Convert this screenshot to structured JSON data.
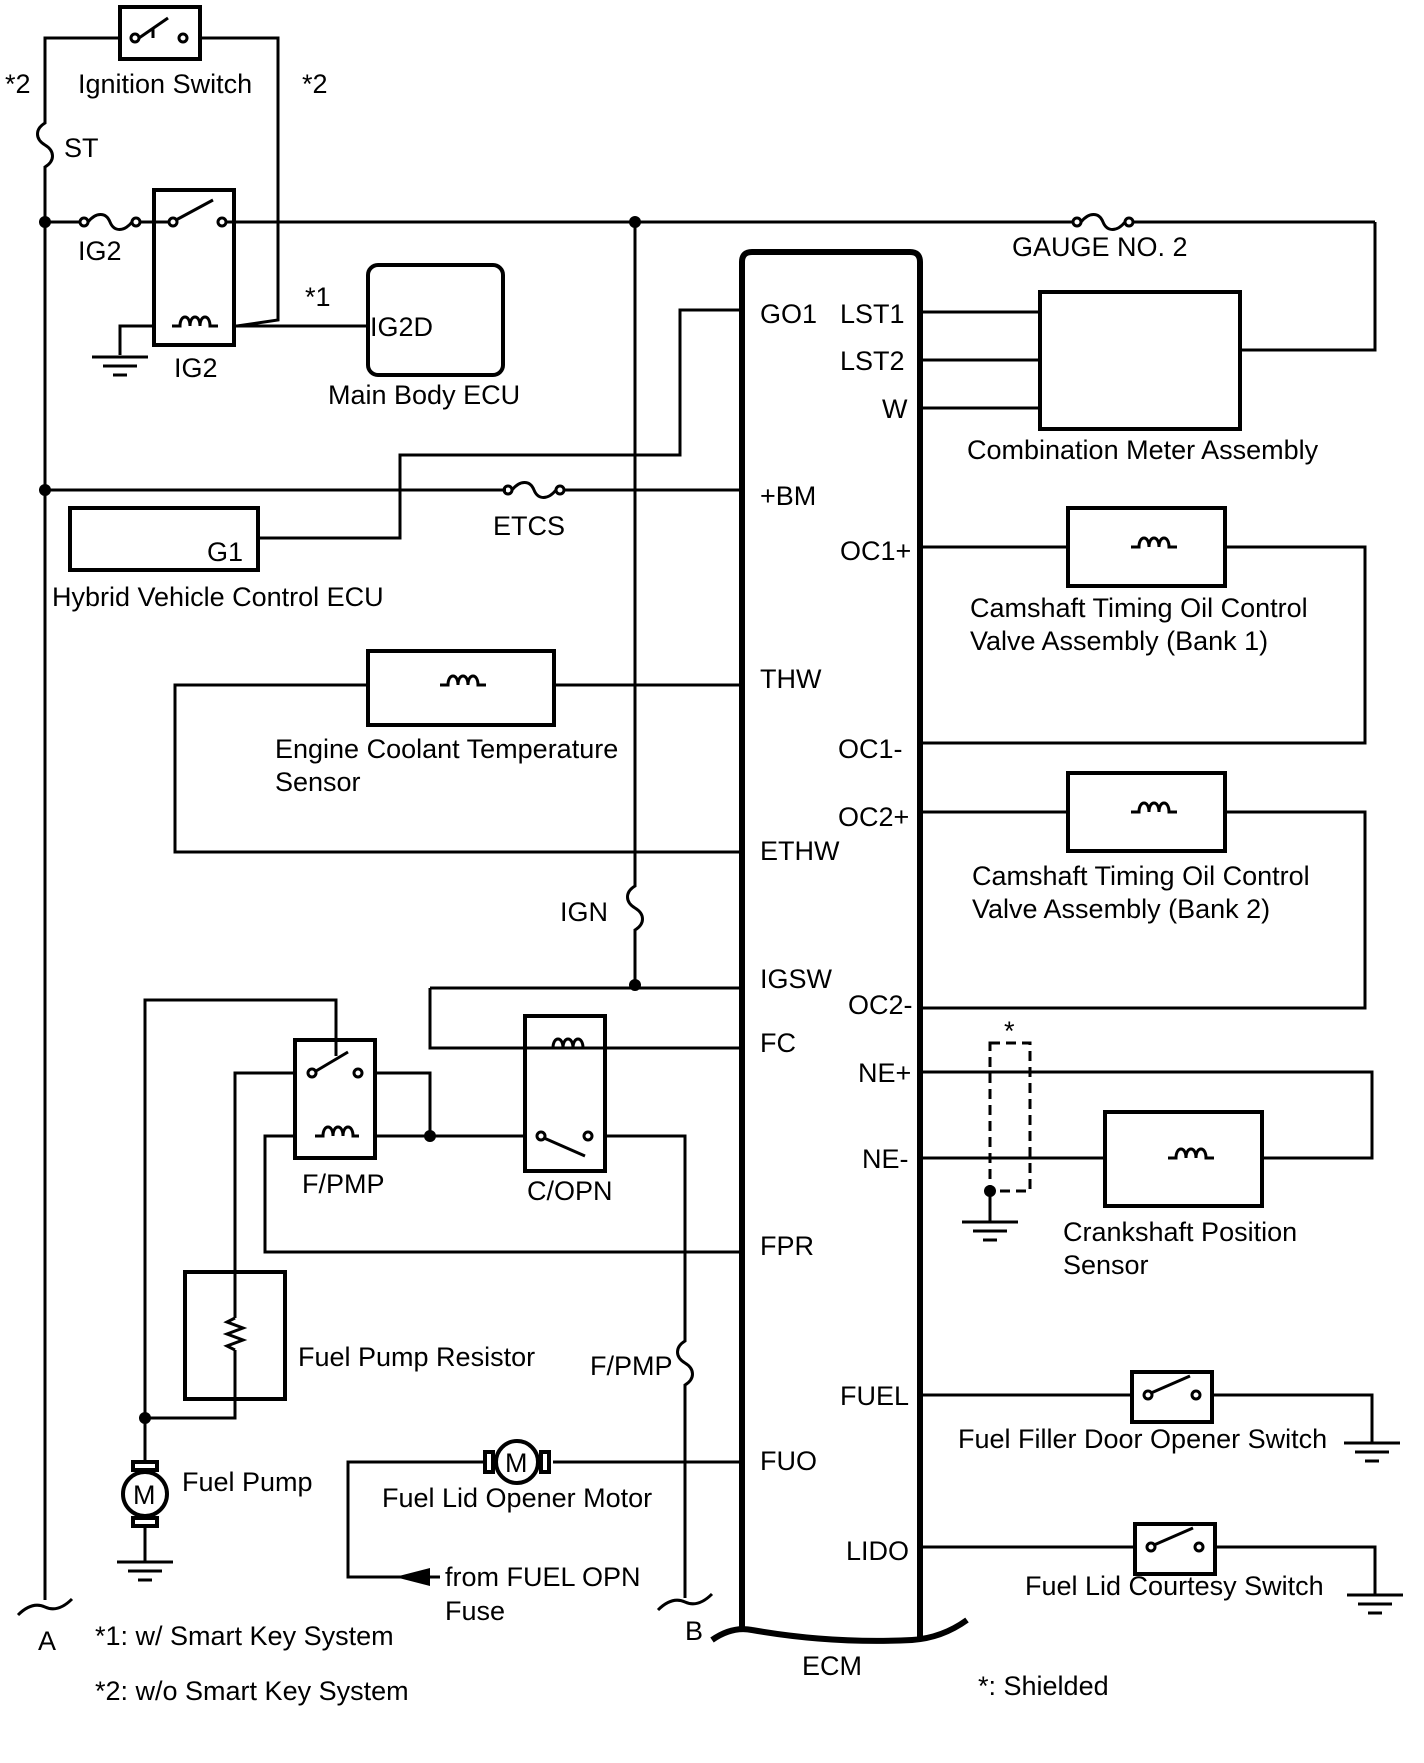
{
  "labels": {
    "ignition_switch": "Ignition Switch",
    "note_star2_left": "*2",
    "note_star2_right": "*2",
    "note_star1": "*1",
    "fuse_st": "ST",
    "fuse_ig2": "IG2",
    "relay_ig2": "IG2",
    "ig2d": "IG2D",
    "main_body_ecu": "Main Body ECU",
    "gauge_no2": "GAUGE NO. 2",
    "fuse_etcs": "ETCS",
    "g1": "G1",
    "hv_ecu": "Hybrid Vehicle Control ECU",
    "combo_meter": "Combination Meter Assembly",
    "cam_b1_l1": "Camshaft Timing Oil Control",
    "cam_b1_l2": "Valve Assembly (Bank 1)",
    "cam_b2_l1": "Camshaft Timing Oil Control",
    "cam_b2_l2": "Valve Assembly (Bank 2)",
    "ect_l1": "Engine Coolant Temperature",
    "ect_l2": "Sensor",
    "fuse_ign": "IGN",
    "relay_fpmp": "F/PMP",
    "relay_copn": "C/OPN",
    "fp_resistor": "Fuel Pump Resistor",
    "fuse_fpmp": "F/PMP",
    "fuel_pump": "Fuel Pump",
    "motor_m1": "M",
    "motor_m2": "M",
    "fuel_lid_motor": "Fuel Lid Opener Motor",
    "from_fuel_opn_l1": "from FUEL OPN",
    "from_fuel_opn_l2": "Fuse",
    "point_a": "A",
    "point_b": "B",
    "ecm": "ECM",
    "ckp_l1": "Crankshaft Position",
    "ckp_l2": "Sensor",
    "shield_star": "*",
    "filler_switch": "Fuel Filler Door Opener Switch",
    "courtesy_switch": "Fuel Lid Courtesy Switch",
    "note1": "*1: w/ Smart Key System",
    "note2": "*2: w/o Smart Key System",
    "shielded_note": "*: Shielded"
  },
  "ecm_pins_left": {
    "go1": "GO1",
    "bm": "+BM",
    "thw": "THW",
    "ethw": "ETHW",
    "igsw": "IGSW",
    "fc": "FC",
    "fpr": "FPR",
    "fuo": "FUO"
  },
  "ecm_pins_right": {
    "lst1": "LST1",
    "lst2": "LST2",
    "w": "W",
    "oc1p": "OC1+",
    "oc1m": "OC1-",
    "oc2p": "OC2+",
    "oc2m": "OC2-",
    "nep": "NE+",
    "nem": "NE-",
    "fuel": "FUEL",
    "lido": "LIDO"
  }
}
